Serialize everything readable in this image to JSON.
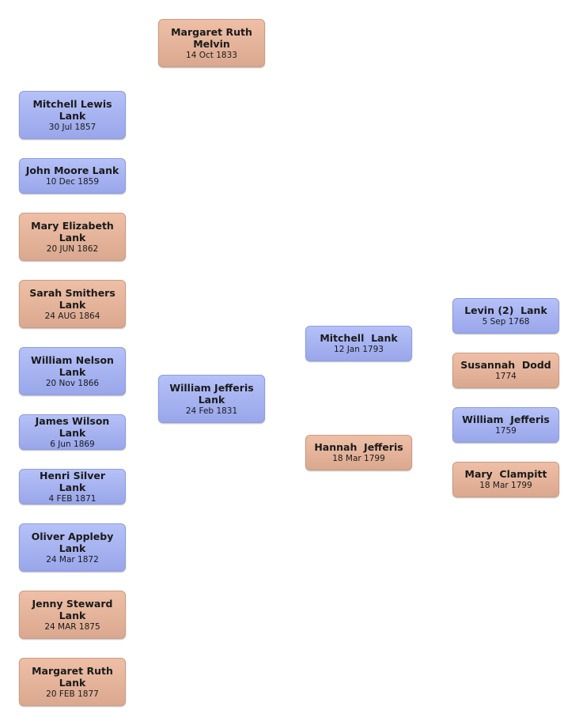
{
  "spouse": {
    "name": "Margaret Ruth Melvin",
    "date": "14 Oct 1833",
    "sex": "female"
  },
  "children": [
    {
      "name": "Mitchell Lewis Lank",
      "date": "30 Jul 1857",
      "sex": "male"
    },
    {
      "name": "John Moore Lank",
      "date": "10 Dec 1859",
      "sex": "male"
    },
    {
      "name": "Mary Elizabeth Lank",
      "date": "20 JUN 1862",
      "sex": "female"
    },
    {
      "name": "Sarah Smithers Lank",
      "date": "24 AUG 1864",
      "sex": "female"
    },
    {
      "name": "William Nelson Lank",
      "date": "20 Nov 1866",
      "sex": "male"
    },
    {
      "name": "James Wilson Lank",
      "date": "6 Jun 1869",
      "sex": "male"
    },
    {
      "name": "Henri Silver  Lank",
      "date": "4 FEB 1871",
      "sex": "male"
    },
    {
      "name": "Oliver Appleby Lank",
      "date": "24 Mar 1872",
      "sex": "male"
    },
    {
      "name": "Jenny Steward Lank",
      "date": "24 MAR 1875",
      "sex": "female"
    },
    {
      "name": "Margaret Ruth Lank",
      "date": "20 FEB 1877",
      "sex": "female"
    }
  ],
  "root": {
    "name": "William Jefferis Lank",
    "date": "24 Feb 1831",
    "sex": "male"
  },
  "parents": {
    "father": {
      "name": "Mitchell  Lank",
      "date": "12 Jan 1793",
      "sex": "male"
    },
    "mother": {
      "name": "Hannah  Jefferis",
      "date": "18 Mar 1799",
      "sex": "female"
    }
  },
  "grandparents": {
    "paternal_grandfather": {
      "name": "Levin (2)  Lank",
      "date": "5 Sep 1768",
      "sex": "male"
    },
    "paternal_grandmother": {
      "name": "Susannah  Dodd",
      "date": "1774",
      "sex": "female"
    },
    "maternal_grandfather": {
      "name": "William  Jefferis",
      "date": "1759",
      "sex": "male"
    },
    "maternal_grandmother": {
      "name": "Mary  Clampitt",
      "date": "18 Mar 1799",
      "sex": "female"
    }
  }
}
